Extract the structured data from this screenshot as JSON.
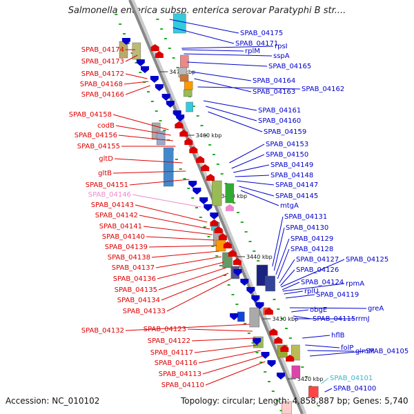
{
  "title": "Salmonella enterica subsp. enterica serovar Paratyphi B str....",
  "footer": {
    "accession": "Accession: NC_010102",
    "summary": "Topology: circular; Length: 4,858,887 bp; Genes: 5,740"
  },
  "colors": {
    "forward": "#0000cc",
    "reverse": "#dd0000",
    "highlight": "#ee88cc",
    "selected": "#33bbcc",
    "backbone": "#888888"
  },
  "scale_labels": [
    "3470 kbp",
    "3460 kbp",
    "3450 kbp",
    "3440 kbp",
    "3430 kbp",
    "3420 kbp"
  ],
  "left_genes": [
    "SPAB_04174",
    "SPAB_04173",
    "SPAB_04172",
    "SPAB_04168",
    "SPAB_04166",
    "SPAB_04158",
    "codB",
    "SPAB_04156",
    "SPAB_04155",
    "gltD",
    "gltB",
    "SPAB_04151",
    "SPAB_04146",
    "SPAB_04143",
    "SPAB_04142",
    "SPAB_04141",
    "SPAB_04140",
    "SPAB_04139",
    "SPAB_04138",
    "SPAB_04137",
    "SPAB_04136",
    "SPAB_04135",
    "SPAB_04134",
    "SPAB_04133",
    "SPAB_04132",
    "SPAB_04123",
    "SPAB_04122",
    "SPAB_04117",
    "SPAB_04116",
    "SPAB_04113",
    "SPAB_04110"
  ],
  "right_genes": [
    "SPAB_04175",
    "SPAB_04171",
    "rpsI",
    "rplM",
    "sspA",
    "SPAB_04165",
    "SPAB_04164",
    "SPAB_04163",
    "SPAB_04162",
    "SPAB_04161",
    "SPAB_04160",
    "SPAB_04159",
    "SPAB_04153",
    "SPAB_04150",
    "SPAB_04149",
    "SPAB_04148",
    "SPAB_04147",
    "SPAB_04145",
    "mtgA",
    "SPAB_04131",
    "SPAB_04130",
    "SPAB_04129",
    "SPAB_04128",
    "SPAB_04127",
    "SPAB_04125",
    "SPAB_04126",
    "SPAB_04124",
    "rpmA",
    "rplU",
    "SPAB_04119",
    "greA",
    "obgE",
    "SPAB_04115",
    "rrmJ",
    "hflB",
    "folP",
    "glmM",
    "SPAB_04105",
    "SPAB_04101",
    "SPAB_04100"
  ]
}
